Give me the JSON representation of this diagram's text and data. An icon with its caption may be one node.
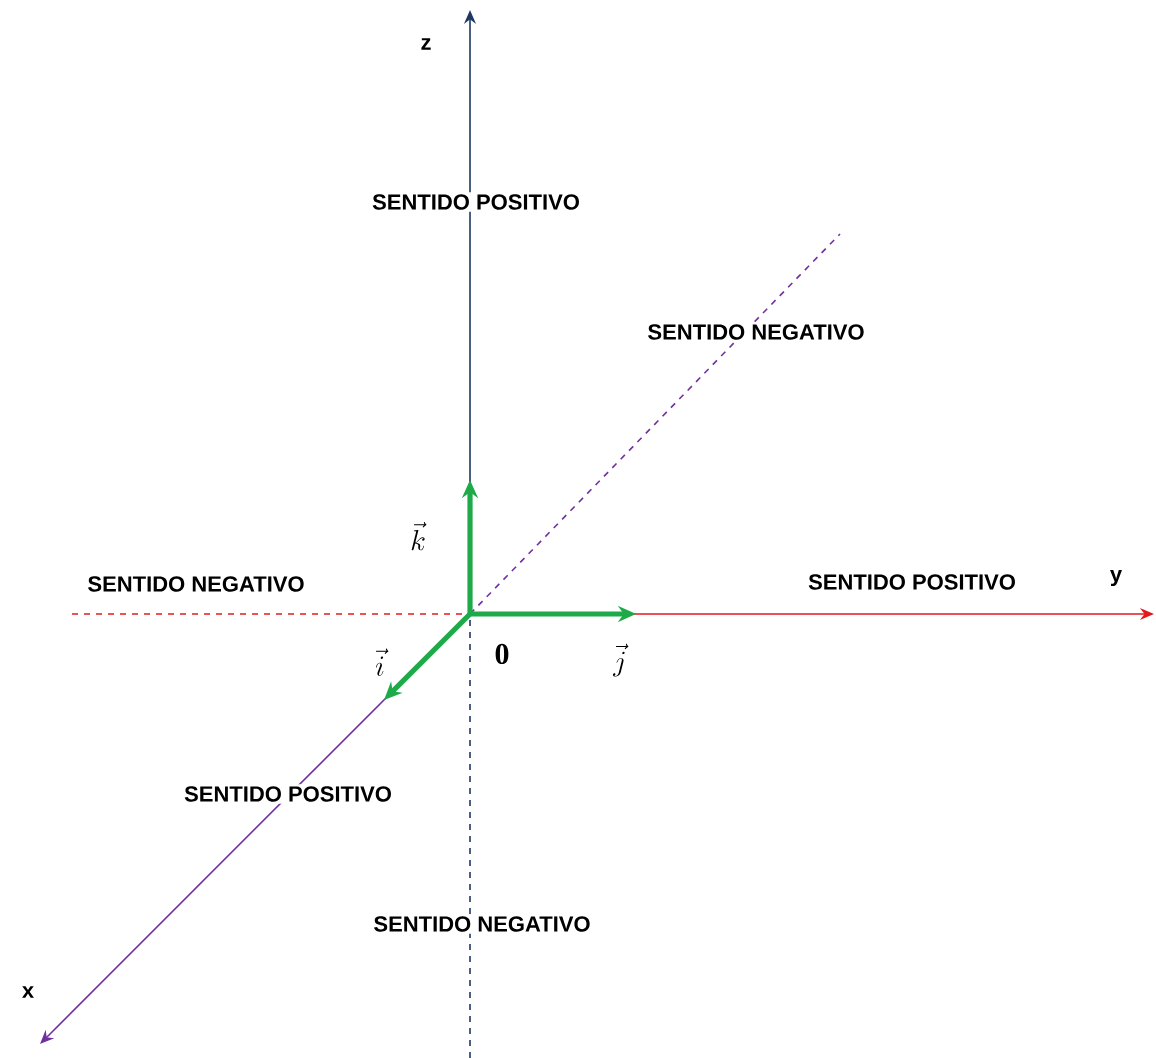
{
  "diagram": {
    "labels": [
      "z",
      "SENTIDO POSITIVO",
      "SENTIDO NEGATIVO",
      "\\vec{k}",
      "SENTIDO NEGATIVO",
      "SENTIDO POSITIVO",
      "y",
      "\\vec{i}",
      "0",
      "\\vec{j}",
      "SENTIDO POSITIVO",
      "SENTIDO NEGATIVO",
      "x"
    ]
  }
}
